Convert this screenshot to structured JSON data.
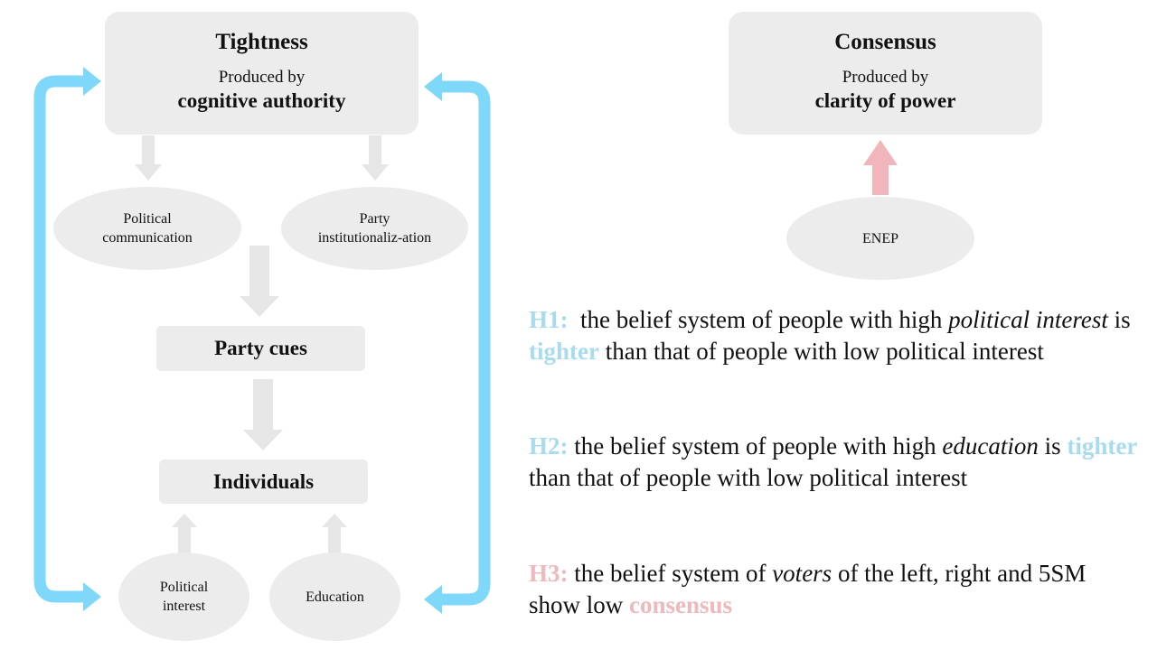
{
  "colors": {
    "blue": "#7fd7f9",
    "blue_text": "#a9dbee",
    "pink": "#f1b6bb",
    "pink_text": "#eeb9bd",
    "grey": "#ececec",
    "grey_arrow": "#e6e6e6"
  },
  "tightness": {
    "title": "Tightness",
    "produced_by": "Produced by",
    "source": "cognitive authority"
  },
  "consensus": {
    "title": "Consensus",
    "produced_by": "Produced by",
    "source": "clarity of power"
  },
  "ellipses": {
    "political_communication": "Political communication",
    "party_institutionalization": "Party institutionaliz-ation",
    "enep": "ENEP",
    "political_interest": "Political interest",
    "education": "Education"
  },
  "boxes": {
    "party_cues": "Party cues",
    "individuals": "Individuals"
  },
  "hypotheses": {
    "h1": {
      "label": "H1:",
      "text_a": "the belief system of people with high ",
      "italic": "political interest",
      "text_b": " is ",
      "highlight": "tighter",
      "text_c": " than that of people with low political interest"
    },
    "h2": {
      "label": "H2:",
      "text_a": " the belief system of people with high ",
      "italic": "education",
      "text_b": " is ",
      "highlight": "tighter",
      "text_c": " than that of people with low political interest"
    },
    "h3": {
      "label": "H3:",
      "text_a": " the belief system of ",
      "italic": "voters",
      "text_b": " of the left, right and 5SM show low ",
      "highlight": "consensus"
    }
  }
}
